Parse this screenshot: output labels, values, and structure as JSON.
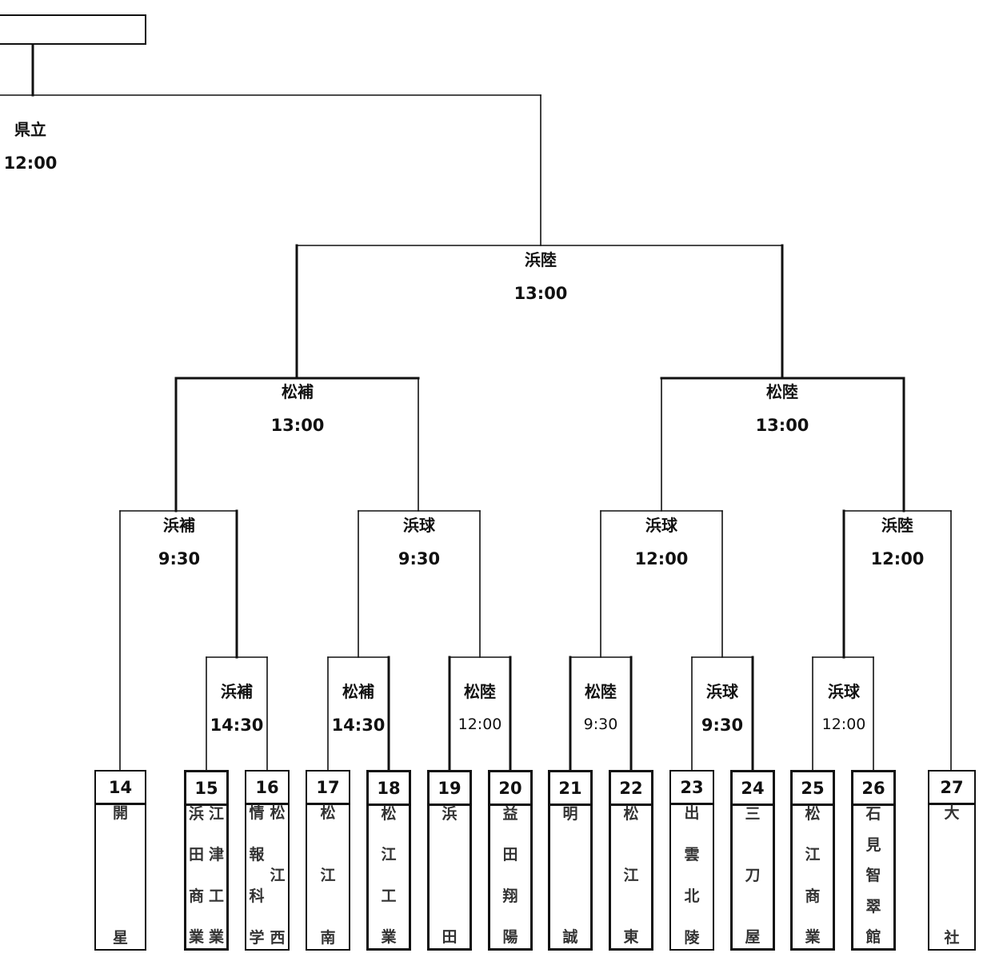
{
  "title_box": {
    "text": ""
  },
  "final": {
    "venue": "県立",
    "time": "12:00"
  },
  "semifinal": {
    "venue": "浜陸",
    "time": "13:00"
  },
  "quarterfinals": [
    {
      "venue": "松補",
      "time": "13:00"
    },
    {
      "venue": "松陸",
      "time": "13:00"
    }
  ],
  "round3": [
    {
      "venue": "浜補",
      "time": "9:30"
    },
    {
      "venue": "浜球",
      "time": "9:30"
    },
    {
      "venue": "浜球",
      "time": "12:00"
    },
    {
      "venue": "浜陸",
      "time": "12:00"
    }
  ],
  "round2": [
    {
      "venue": "浜補",
      "time": "14:30"
    },
    {
      "venue": "松補",
      "time": "14:30"
    },
    {
      "venue": "松陸",
      "time": "12:00"
    },
    {
      "venue": "松陸",
      "time": "9:30"
    },
    {
      "venue": "浜球",
      "time": "9:30"
    },
    {
      "venue": "浜球",
      "time": "12:00"
    }
  ],
  "teams": [
    {
      "num": "14",
      "name": "開星",
      "columns": [
        [
          "開",
          "",
          "",
          "星"
        ]
      ]
    },
    {
      "num": "15",
      "name": "浜田商業 / 江津工業",
      "columns": [
        [
          "浜",
          "田",
          "商",
          "業"
        ],
        [
          "江",
          "津",
          "工",
          "業"
        ]
      ]
    },
    {
      "num": "16",
      "name": "情報科学 / 松江西",
      "columns": [
        [
          "情",
          "報",
          "科",
          "学"
        ],
        [
          "松",
          "江",
          "西"
        ]
      ]
    },
    {
      "num": "17",
      "name": "松江南",
      "columns": [
        [
          "松",
          "江",
          "南"
        ]
      ]
    },
    {
      "num": "18",
      "name": "松江工業",
      "columns": [
        [
          "松",
          "江",
          "工",
          "業"
        ]
      ]
    },
    {
      "num": "19",
      "name": "浜田",
      "columns": [
        [
          "浜",
          "田"
        ]
      ]
    },
    {
      "num": "20",
      "name": "益田翔陽",
      "columns": [
        [
          "益",
          "田",
          "翔",
          "陽"
        ]
      ]
    },
    {
      "num": "21",
      "name": "明誠",
      "columns": [
        [
          "明",
          "誠"
        ]
      ]
    },
    {
      "num": "22",
      "name": "松江東",
      "columns": [
        [
          "松",
          "江",
          "東"
        ]
      ]
    },
    {
      "num": "23",
      "name": "出雲北陵",
      "columns": [
        [
          "出",
          "雲",
          "北",
          "陵"
        ]
      ]
    },
    {
      "num": "24",
      "name": "三刀屋",
      "columns": [
        [
          "三",
          "刀",
          "屋"
        ]
      ]
    },
    {
      "num": "25",
      "name": "松江商業",
      "columns": [
        [
          "松",
          "江",
          "商",
          "業"
        ]
      ]
    },
    {
      "num": "26",
      "name": "石見智翠館",
      "columns": [
        [
          "石",
          "見",
          "智",
          "翠",
          "館"
        ]
      ]
    },
    {
      "num": "27",
      "name": "大社",
      "columns": [
        [
          "大",
          "社"
        ]
      ]
    }
  ],
  "winners_highlighted": [
    "15",
    "18",
    "19",
    "20",
    "21",
    "22",
    "24",
    "25",
    "26"
  ]
}
